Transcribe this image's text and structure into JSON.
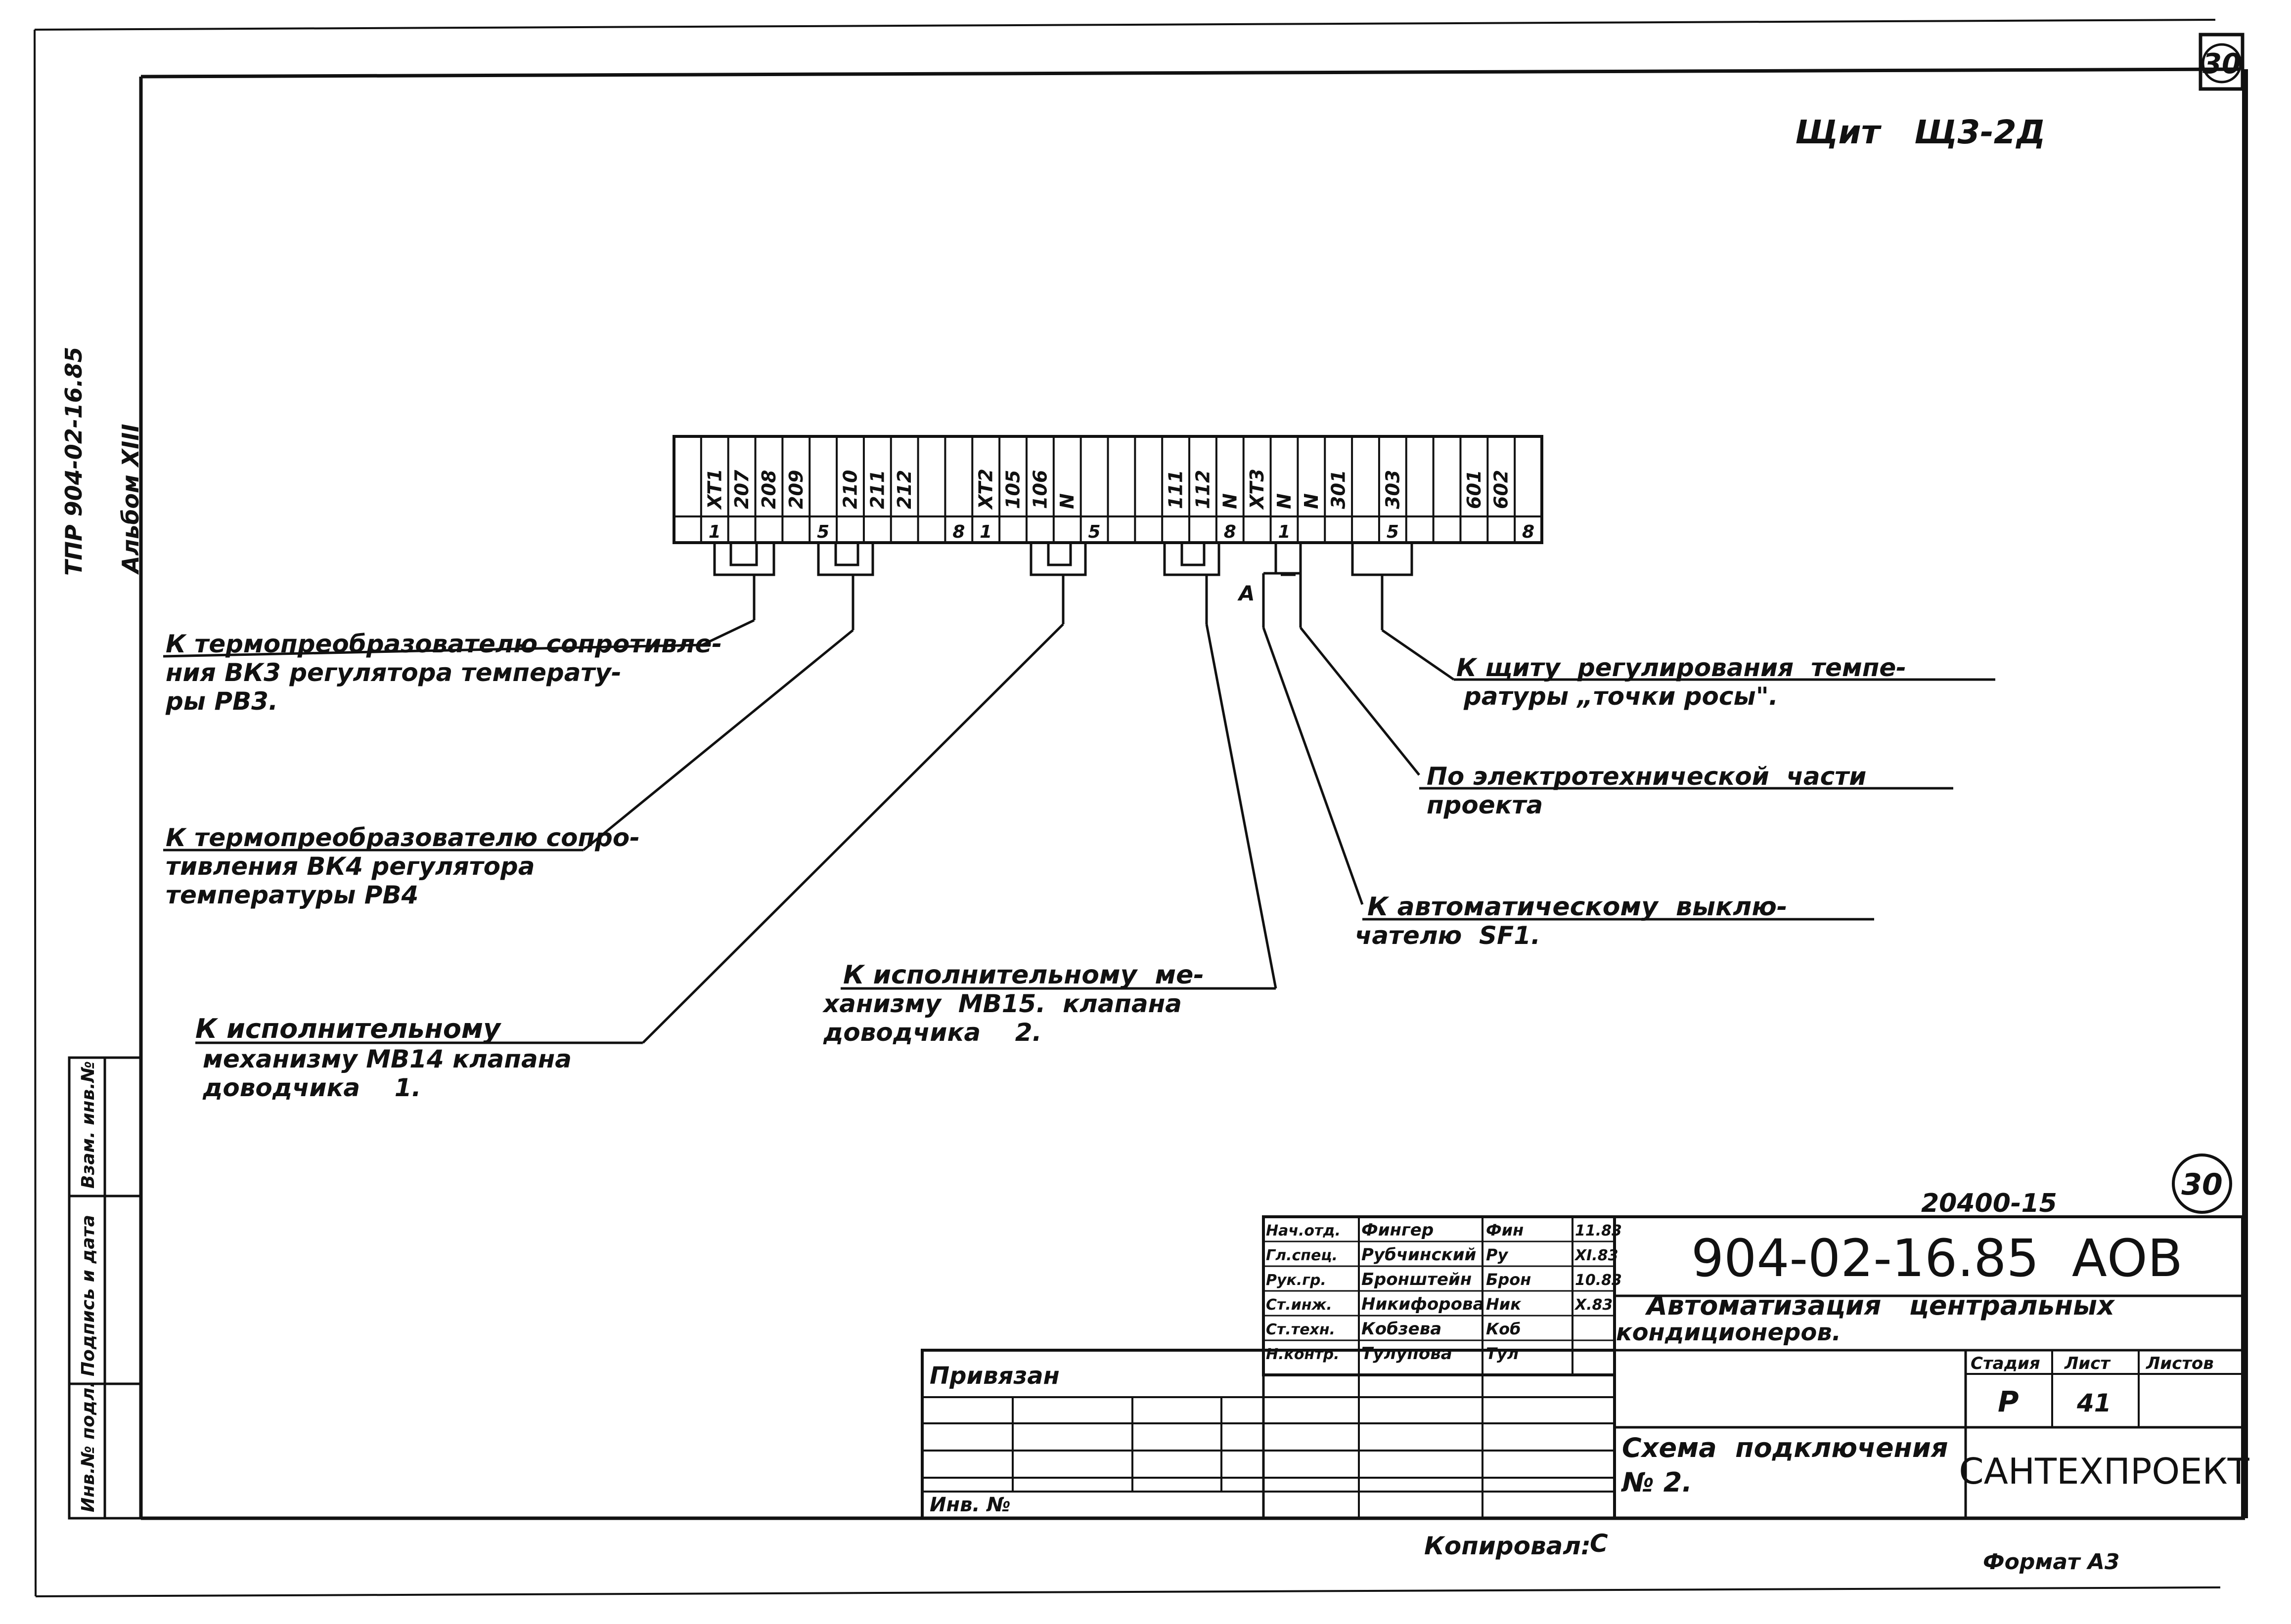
{
  "sheet_number": "30",
  "panel_title": "Щит   Щ3-2Д",
  "margin": {
    "project_code": "ТПР 904-02-16.85",
    "album": "Альбом XIII"
  },
  "side_stamp": {
    "col1": "Инв.№ подл.",
    "col2": "Подпись и дата",
    "col3": "Взам. инв.№"
  },
  "terminal_strip": {
    "cells": [
      "",
      "ХТ1",
      "207",
      "208",
      "209",
      "",
      "210",
      "211",
      "212",
      "",
      "",
      "ХТ2",
      "105",
      "106",
      "N",
      "",
      "",
      "",
      "111",
      "112",
      "N",
      "ХТ3",
      "N",
      "N",
      "301",
      "",
      "303",
      "",
      "",
      "601",
      "602",
      ""
    ],
    "bottom_marks": [
      "",
      "1",
      "",
      "",
      "",
      "5",
      "",
      "",
      "",
      "",
      "8",
      "1",
      "",
      "",
      "",
      "5",
      "",
      "",
      "",
      "",
      "8",
      "",
      "1",
      "",
      "",
      "",
      "5",
      "",
      "",
      "",
      "",
      "8"
    ],
    "label_A": "А"
  },
  "notes": {
    "n1": [
      "К термопреобразователю сопротивле-",
      "ния ВК3 регулятора температу-",
      "ры РВ3."
    ],
    "n2": [
      "К термопреобразователю сопро-",
      "тивления ВК4 регулятора",
      "температуры РВ4"
    ],
    "n3": [
      "К исполнительному",
      "механизму МВ14 клапана",
      "доводчика    1."
    ],
    "n4": [
      "К исполнительному  ме-",
      "ханизму  МВ15.  клапана",
      "доводчика    2."
    ],
    "n5": [
      "К автоматическому  выклю-",
      "чателю  SF1."
    ],
    "n6": [
      "По электротехнической  части",
      "проекта"
    ],
    "n7": [
      "К щиту  регулирования  темпе-",
      "ратуры „точки росы\"."
    ]
  },
  "title_block": {
    "order_no": "20400-15",
    "sheet_circle": "30",
    "doc_code": "904-02-16.85  АОВ",
    "project_title": [
      "Автоматизация   центральных",
      "кондиционеров."
    ],
    "drawing_title": [
      "Схема  подключения",
      "№ 2."
    ],
    "stage_header": "Стадия",
    "sheet_header": "Лист",
    "sheets_header": "Листов",
    "stage": "Р",
    "sheet": "41",
    "sheets": "",
    "company": "САНТЕХПРОЕКТ",
    "privyazan": "Привязан",
    "inv_no": "Инв. №",
    "signatures": [
      {
        "role": "Нач.отд.",
        "name": "Фингер",
        "sign": "Фин",
        "date": "11.83"
      },
      {
        "role": "Гл.спец.",
        "name": "Рубчинский",
        "sign": "Ру",
        "date": "XI.83"
      },
      {
        "role": "Рук.гр.",
        "name": "Бронштейн",
        "sign": "Брон",
        "date": "10.83"
      },
      {
        "role": "Ст.инж.",
        "name": "Никифорова",
        "sign": "Ник",
        "date": "X.83"
      },
      {
        "role": "Ст.техн.",
        "name": "Кобзева",
        "sign": "Коб",
        "date": ""
      },
      {
        "role": "Н.контр.",
        "name": "Тулупова",
        "sign": "Тул",
        "date": ""
      }
    ]
  },
  "footer": {
    "copied": "Копировал:",
    "copied_sign": "С",
    "format": "Формат А3"
  }
}
